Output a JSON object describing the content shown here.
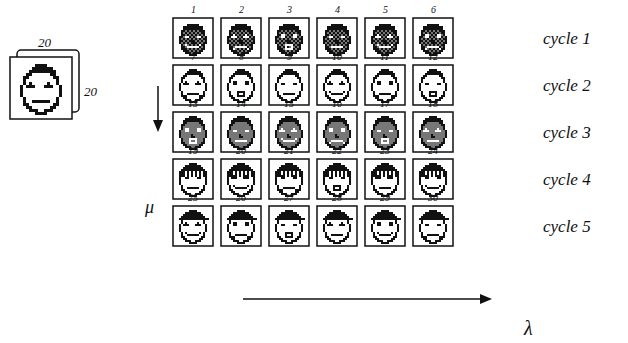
{
  "diagram": {
    "labels": [
      "20",
      "20",
      "1",
      "2",
      "3",
      "4",
      "5",
      "6",
      "cycle 1",
      "7",
      "8",
      "9",
      "10",
      "11",
      "12",
      "cycle 2",
      "13",
      "14",
      "15",
      "16",
      "17",
      "18",
      "cycle 3",
      "19",
      "20",
      "21",
      "22",
      "23",
      "24",
      "cycle 4",
      "25",
      "26",
      "27",
      "28",
      "29",
      "30",
      "cycle 5",
      "μ",
      "λ"
    ]
  }
}
